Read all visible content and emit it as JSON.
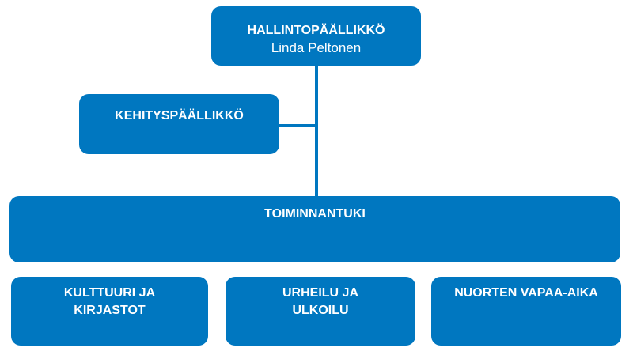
{
  "chart": {
    "root": {
      "title": "HALLINTOPÄÄLLIKKÖ",
      "name": "Linda Peltonen"
    },
    "staff": {
      "title": "KEHITYSPÄÄLLIKKÖ"
    },
    "support": {
      "title": "TOIMINNANTUKI"
    },
    "units": [
      {
        "line1": "KULTTUURI JA",
        "line2": "KIRJASTOT"
      },
      {
        "line1": "URHEILU JA",
        "line2": "ULKOILU"
      },
      {
        "line1": "NUORTEN VAPAA-AIKA",
        "line2": ""
      }
    ],
    "colors": {
      "box": "#0077c0",
      "text": "#ffffff",
      "background": "#ffffff"
    }
  }
}
